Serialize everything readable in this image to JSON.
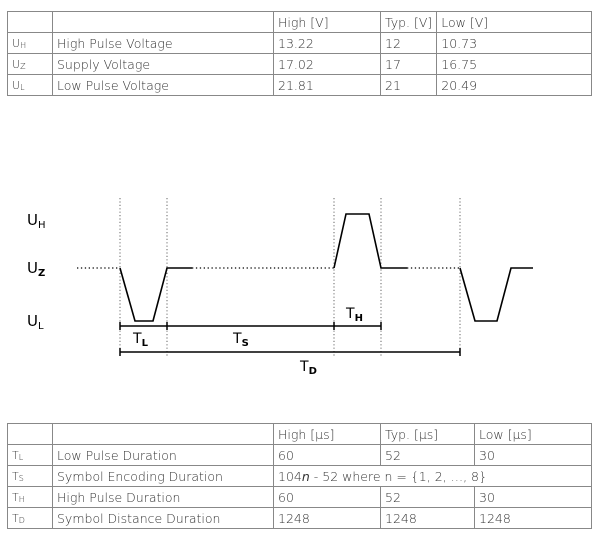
{
  "voltage_table": {
    "header": [
      "",
      "",
      "High [V]",
      "Typ. [V]",
      "Low [V]"
    ],
    "rows": [
      {
        "sym": "U",
        "sub": "H",
        "name": "High Pulse Voltage",
        "high": "13.22",
        "typ": "12",
        "low": "10.73"
      },
      {
        "sym": "U",
        "sub": "Z",
        "name": "Supply Voltage",
        "high": "17.02",
        "typ": "17",
        "low": "16.75"
      },
      {
        "sym": "U",
        "sub": "L",
        "name": "Low Pulse Voltage",
        "high": "21.81",
        "typ": "21",
        "low": "20.49"
      }
    ]
  },
  "diagram": {
    "labels": {
      "uh": {
        "main": "U",
        "sub": "H"
      },
      "uz": {
        "main": "U",
        "sub": "Z"
      },
      "ul": {
        "main": "U",
        "sub": "L"
      },
      "tl": {
        "main": "T",
        "sub": "L"
      },
      "ts": {
        "main": "T",
        "sub": "S"
      },
      "th": {
        "main": "T",
        "sub": "H"
      },
      "td": {
        "main": "T",
        "sub": "D"
      }
    }
  },
  "duration_table": {
    "header": [
      "",
      "",
      "High [µs]",
      "Typ. [µs]",
      "Low [µs]"
    ],
    "rows": [
      {
        "sym": "T",
        "sub": "L",
        "name": "Low Pulse Duration",
        "high": "60",
        "typ": "52",
        "low": "30"
      },
      {
        "sym": "T",
        "sub": "S",
        "name": "Symbol Encoding Duration",
        "formula_pre": "104",
        "formula_var": "n",
        "formula_post": " - 52 where n = {1, 2, …, 8}"
      },
      {
        "sym": "T",
        "sub": "H",
        "name": "High Pulse Duration",
        "high": "60",
        "typ": "52",
        "low": "30"
      },
      {
        "sym": "T",
        "sub": "D",
        "name": "Symbol Distance Duration",
        "high": "1248",
        "typ": "1248",
        "low": "1248"
      }
    ]
  }
}
